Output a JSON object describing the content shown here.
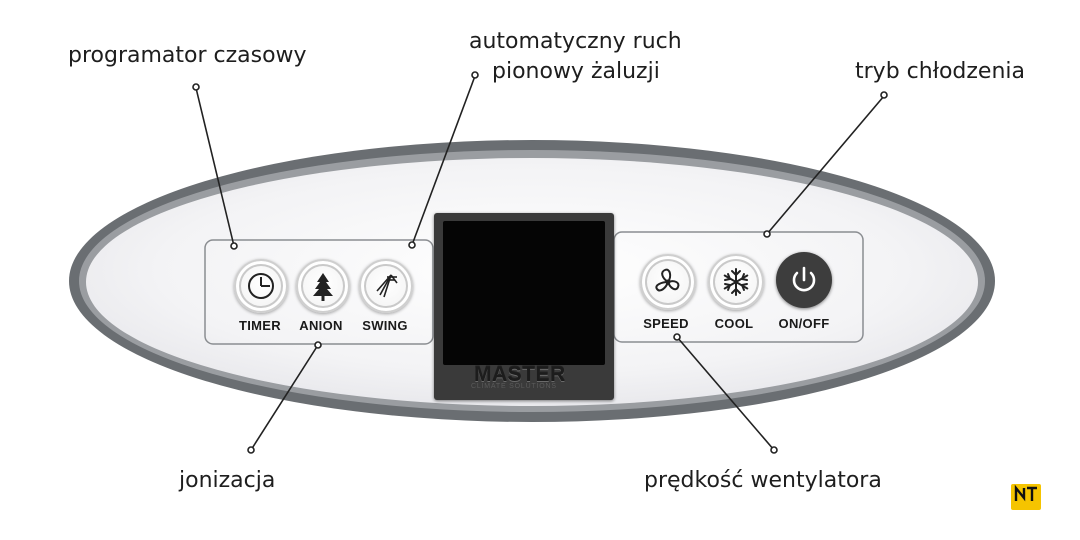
{
  "annotations": {
    "timer": "programator czasowy",
    "swing_line1": "automatyczny ruch",
    "swing_line2": "pionowy żaluzji",
    "cool": "tryb chłodzenia",
    "anion": "jonizacja",
    "speed": "prędkość wentylatora"
  },
  "buttons": {
    "timer": "TIMER",
    "anion": "ANION",
    "swing": "SWING",
    "speed": "SPEED",
    "cool": "COOL",
    "power": "ON/OFF"
  },
  "display": {
    "brand": "MASTER",
    "tagline": "CLIMATE SOLUTIONS"
  },
  "icons": {
    "timer": "clock-icon",
    "anion": "tree-icon",
    "swing": "louver-swing-icon",
    "speed": "fan-icon",
    "cool": "snowflake-icon",
    "power": "power-icon"
  },
  "colors": {
    "panel_border": "#5f6368",
    "panel_face": "#f2f2f4",
    "power_button": "#3d3d3d",
    "logo": "#f5c400"
  }
}
